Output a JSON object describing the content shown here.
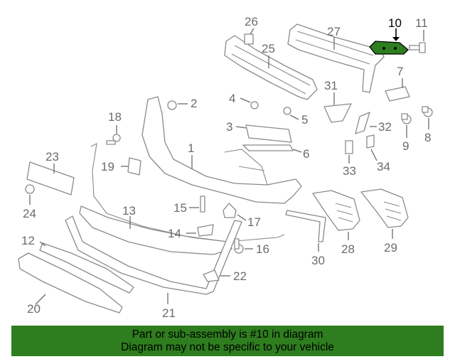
{
  "callouts": {
    "n1": "1",
    "n2": "2",
    "n3": "3",
    "n4": "4",
    "n5": "5",
    "n6": "6",
    "n7": "7",
    "n8": "8",
    "n9": "9",
    "n10": "10",
    "n11": "11",
    "n12": "12",
    "n13": "13",
    "n14": "14",
    "n15": "15",
    "n16": "16",
    "n17": "17",
    "n18": "18",
    "n19": "19",
    "n20": "20",
    "n21": "21",
    "n22": "22",
    "n23": "23",
    "n24": "24",
    "n25": "25",
    "n26": "26",
    "n27": "27",
    "n28": "28",
    "n29": "29",
    "n30": "30",
    "n31": "31",
    "n32": "32",
    "n33": "33",
    "n34": "34"
  },
  "highlight": {
    "callout": "10",
    "color": "#2e7d1e"
  },
  "banner": {
    "line1": "Part or sub-assembly is #10 in diagram",
    "line2": "Diagram may not be specific to your vehicle",
    "background": "#2e7d1e"
  }
}
